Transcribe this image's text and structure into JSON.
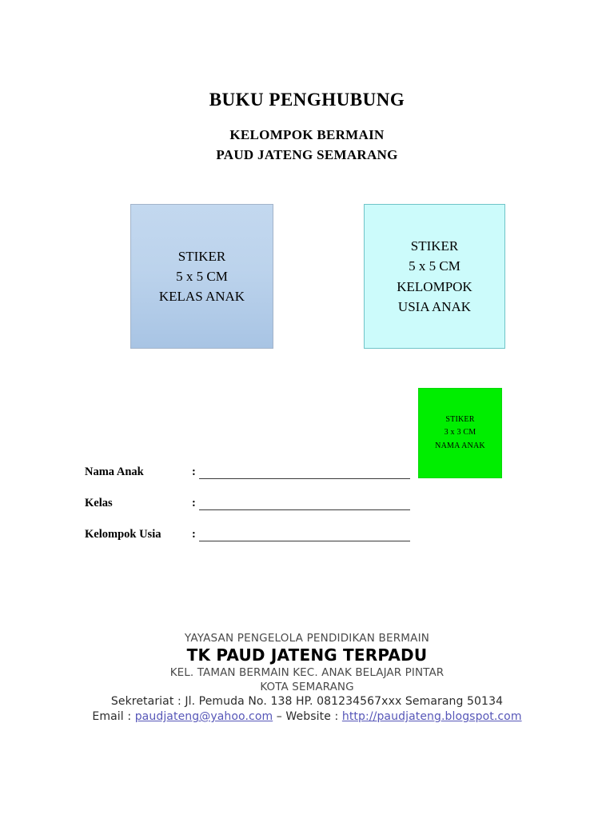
{
  "document": {
    "title": "BUKU PENGHUBUNG",
    "subtitle_line_1": "KELOMPOK BERMAIN",
    "subtitle_line_2": "PAUD JATENG SEMARANG"
  },
  "stickers": [
    {
      "name": "sticker-kelas-anak",
      "lines": [
        "STIKER",
        "5 x 5 CM",
        "KELAS ANAK"
      ],
      "size_label": "5 x 5 CM",
      "fill_color": "#bcd3ec",
      "border_color": "#a3b4ca"
    },
    {
      "name": "sticker-kelompok-usia",
      "lines": [
        "STIKER",
        "5 x 5 CM",
        "KELOMPOK",
        "USIA ANAK"
      ],
      "size_label": "5 x 5 CM",
      "fill_color": "#ccfbfb",
      "border_color": "#6fc4c8"
    },
    {
      "name": "sticker-nama-anak",
      "lines": [
        "STIKER",
        "3 x 3 CM",
        "NAMA ANAK"
      ],
      "size_label": "3 x 3 CM",
      "fill_color": "#00ee00",
      "border_color": "#0ad80a"
    }
  ],
  "form": {
    "colon": ":",
    "fields": [
      {
        "label": "Nama Anak",
        "value": ""
      },
      {
        "label": "Kelas",
        "value": ""
      },
      {
        "label": "Kelompok Usia",
        "value": ""
      }
    ]
  },
  "footer": {
    "organization": "YAYASAN PENGELOLA PENDIDIKAN BERMAIN",
    "school_name": "TK PAUD JATENG TERPADU",
    "address_line": "KEL. TAMAN BERMAIN KEC. ANAK BELAJAR PINTAR",
    "city": "KOTA SEMARANG",
    "secretariat": "Sekretariat : Jl. Pemuda No. 138 HP. 081234567xxx Semarang 50134",
    "email_label": "Email : ",
    "email": "paudjateng@yahoo.com",
    "separator": " – Website : ",
    "website": "http://paudjateng.blogspot.com",
    "link_color": "#5757b8"
  }
}
